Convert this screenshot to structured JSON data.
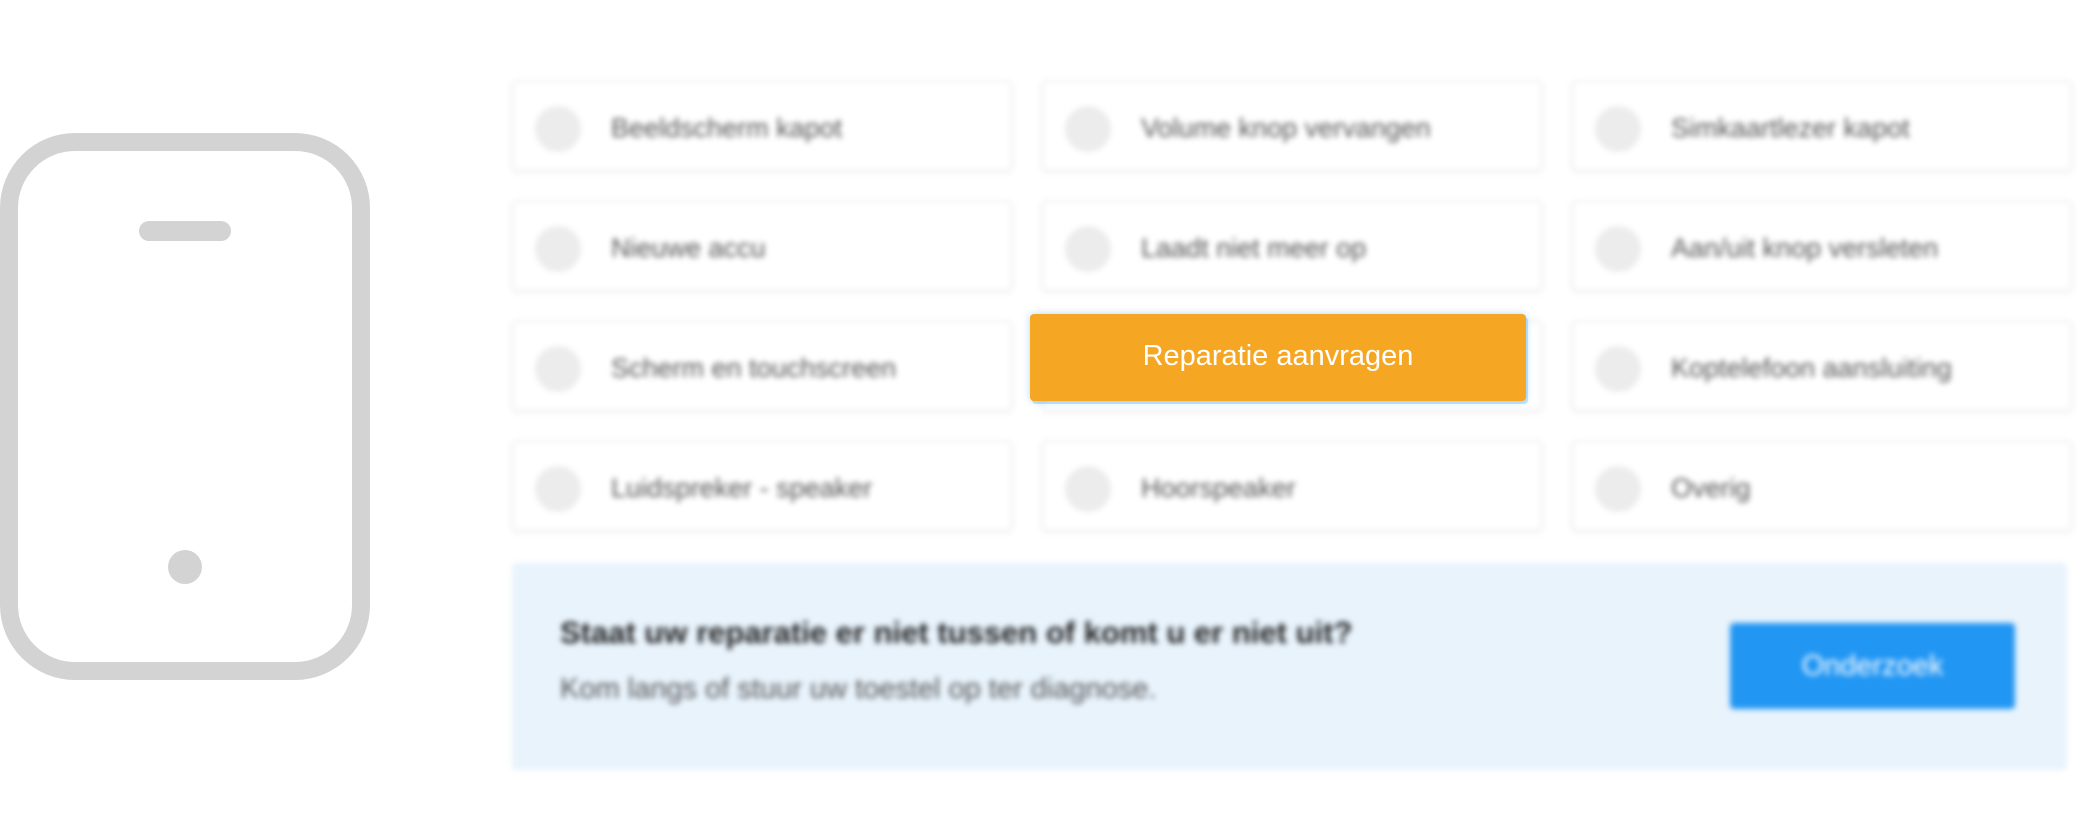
{
  "colors": {
    "accent": "#f5a623",
    "primary_blue": "#2196f3",
    "info_bg": "#e8f3fc",
    "phone_icon": "#d3d3d3"
  },
  "hero_icon": "smartphone-icon",
  "repair_options": [
    {
      "label": "Beeldscherm kapot"
    },
    {
      "label": "Volume knop vervangen"
    },
    {
      "label": "Simkaartlezer kapot"
    },
    {
      "label": "Nieuwe accu"
    },
    {
      "label": "Laadt niet meer op"
    },
    {
      "label": "Aan/uit knop versleten"
    },
    {
      "label": "Scherm en touchscreen"
    },
    {
      "label": ""
    },
    {
      "label": "Koptelefoon aansluiting"
    },
    {
      "label": "Luidspreker - speaker"
    },
    {
      "label": "Hoorspeaker"
    },
    {
      "label": "Overig"
    }
  ],
  "info": {
    "title": "Staat uw reparatie er niet tussen of komt u er niet uit?",
    "subtitle": "Kom langs of stuur uw toestel op ter diagnose.",
    "button_label": "Onderzoek"
  },
  "cta": {
    "label": "Reparatie aanvragen"
  }
}
